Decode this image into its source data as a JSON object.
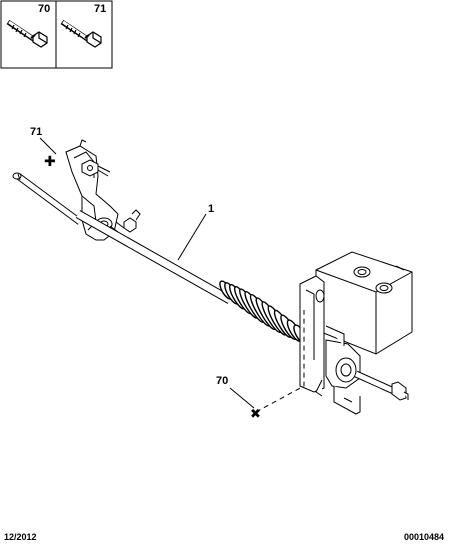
{
  "parts_legend": [
    {
      "ref": "70"
    },
    {
      "ref": "71"
    }
  ],
  "callouts": {
    "bracket_bolt": "71",
    "cable_assembly": "1",
    "mount_bolt": "70"
  },
  "footer": {
    "date": "12/2012",
    "reference": "00010484"
  }
}
